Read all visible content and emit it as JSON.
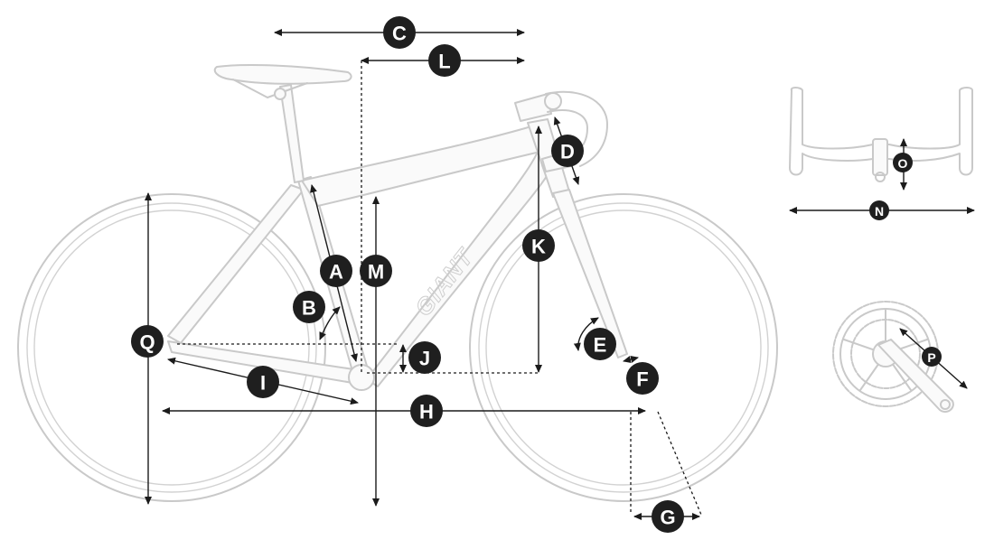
{
  "diagram": {
    "brand_logo": "GIANT",
    "badges": {
      "A": "A",
      "B": "B",
      "C": "C",
      "D": "D",
      "E": "E",
      "F": "F",
      "G": "G",
      "H": "H",
      "I": "I",
      "J": "J",
      "K": "K",
      "L": "L",
      "M": "M",
      "N": "N",
      "O": "O",
      "P": "P",
      "Q": "Q"
    },
    "colors": {
      "outline": "#c9c9c9",
      "dimension": "#1b1b1b",
      "badge": "#1f1f1f",
      "badge_text": "#ffffff"
    }
  }
}
